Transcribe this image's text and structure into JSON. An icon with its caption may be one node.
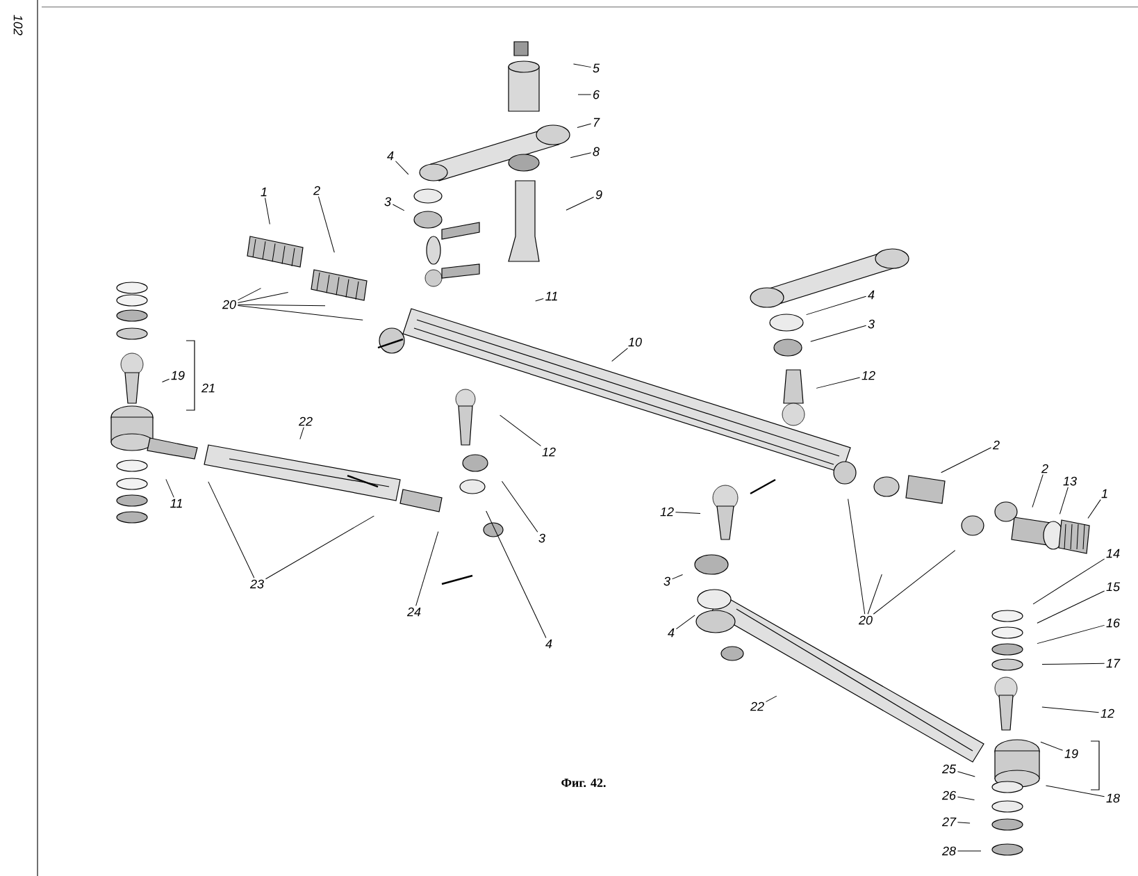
{
  "diagram": {
    "caption": "Фиг. 42.",
    "nodes": [
      {
        "text": [
          "5"
        ]
      },
      {
        "text": [
          "6"
        ]
      },
      {
        "text": [
          "7"
        ]
      },
      {
        "text": [
          "8"
        ]
      },
      {
        "text": [
          "9"
        ]
      },
      {
        "text": [
          "4"
        ]
      },
      {
        "text": [
          "3"
        ]
      },
      {
        "text": [
          "1"
        ]
      },
      {
        "text": [
          "2"
        ]
      },
      {
        "text": [
          "20"
        ]
      },
      {
        "text": [
          "11"
        ]
      },
      {
        "text": [
          "10"
        ]
      },
      {
        "text": [
          "4"
        ]
      },
      {
        "text": [
          "3"
        ]
      },
      {
        "text": [
          "12"
        ]
      },
      {
        "text": [
          "19"
        ]
      },
      {
        "text": [
          "22"
        ]
      },
      {
        "text": [
          "11"
        ]
      },
      {
        "text": [
          "12"
        ]
      },
      {
        "text": [
          "3"
        ]
      },
      {
        "text": [
          "23"
        ]
      },
      {
        "text": [
          "24"
        ]
      },
      {
        "text": [
          "4"
        ]
      },
      {
        "text": [
          "2"
        ]
      },
      {
        "text": [
          "12"
        ]
      },
      {
        "text": [
          "3"
        ]
      },
      {
        "text": [
          "4"
        ]
      },
      {
        "text": [
          "2"
        ]
      },
      {
        "text": [
          "13"
        ]
      },
      {
        "text": [
          "1"
        ]
      },
      {
        "text": [
          "20"
        ]
      },
      {
        "text": [
          "14"
        ]
      },
      {
        "text": [
          "15"
        ]
      },
      {
        "text": [
          "16"
        ]
      },
      {
        "text": [
          "17"
        ]
      },
      {
        "text": [
          "22"
        ]
      },
      {
        "text": [
          "12"
        ]
      },
      {
        "text": [
          "19"
        ]
      },
      {
        "text": [
          "18"
        ]
      },
      {
        "text": [
          "25"
        ]
      },
      {
        "text": [
          "26"
        ]
      },
      {
        "text": [
          "27"
        ]
      },
      {
        "text": [
          "28"
        ]
      }
    ],
    "edges": [
      {
        "from": 0,
        "to": null,
        "arrow": "none"
      },
      {
        "from": 1,
        "to": null,
        "arrow": "none"
      },
      {
        "from": 2,
        "to": null,
        "arrow": "none"
      },
      {
        "from": 3,
        "to": null,
        "arrow": "none"
      },
      {
        "from": 4,
        "to": null,
        "arrow": "none"
      },
      {
        "from": 5,
        "to": null,
        "arrow": "none"
      },
      {
        "from": 6,
        "to": null,
        "arrow": "none"
      },
      {
        "from": 7,
        "to": null,
        "arrow": "none"
      },
      {
        "from": 8,
        "to": null,
        "arrow": "none"
      },
      {
        "from": 9,
        "to": null,
        "arrow": "none"
      },
      {
        "from": 9,
        "to": null,
        "arrow": "none"
      },
      {
        "from": 9,
        "to": null,
        "arrow": "none"
      },
      {
        "from": 9,
        "to": null,
        "arrow": "none"
      },
      {
        "from": 10,
        "to": null,
        "arrow": "none"
      },
      {
        "from": 11,
        "to": null,
        "arrow": "none"
      },
      {
        "from": 12,
        "to": null,
        "arrow": "none"
      },
      {
        "from": 13,
        "to": null,
        "arrow": "none"
      },
      {
        "from": 14,
        "to": null,
        "arrow": "none"
      },
      {
        "from": 15,
        "to": null,
        "arrow": "none"
      },
      {
        "from": 16,
        "to": null,
        "arrow": "none"
      },
      {
        "from": 17,
        "to": null,
        "arrow": "none"
      },
      {
        "from": 18,
        "to": null,
        "arrow": "none"
      },
      {
        "from": 19,
        "to": null,
        "arrow": "none"
      },
      {
        "from": 20,
        "to": null,
        "arrow": "none"
      },
      {
        "from": 20,
        "to": null,
        "arrow": "none"
      },
      {
        "from": 21,
        "to": null,
        "arrow": "none"
      },
      {
        "from": 22,
        "to": null,
        "arrow": "none"
      },
      {
        "from": 23,
        "to": null,
        "arrow": "none"
      },
      {
        "from": 24,
        "to": null,
        "arrow": "none"
      },
      {
        "from": 25,
        "to": null,
        "arrow": "none"
      },
      {
        "from": 26,
        "to": null,
        "arrow": "none"
      },
      {
        "from": 27,
        "to": null,
        "arrow": "none"
      },
      {
        "from": 28,
        "to": null,
        "arrow": "none"
      },
      {
        "from": 29,
        "to": null,
        "arrow": "none"
      },
      {
        "from": 30,
        "to": null,
        "arrow": "none"
      },
      {
        "from": 30,
        "to": null,
        "arrow": "none"
      },
      {
        "from": 30,
        "to": null,
        "arrow": "none"
      },
      {
        "from": 31,
        "to": null,
        "arrow": "none"
      },
      {
        "from": 32,
        "to": null,
        "arrow": "none"
      },
      {
        "from": 33,
        "to": null,
        "arrow": "none"
      },
      {
        "from": 34,
        "to": null,
        "arrow": "none"
      },
      {
        "from": 35,
        "to": null,
        "arrow": "none"
      },
      {
        "from": 36,
        "to": null,
        "arrow": "none"
      },
      {
        "from": 37,
        "to": null,
        "arrow": "none"
      },
      {
        "from": 38,
        "to": null,
        "arrow": "none"
      },
      {
        "from": 39,
        "to": null,
        "arrow": "none"
      },
      {
        "from": 40,
        "to": null,
        "arrow": "none"
      },
      {
        "from": 41,
        "to": null,
        "arrow": "none"
      },
      {
        "from": 42,
        "to": null,
        "arrow": "none"
      }
    ],
    "labels": [
      "102",
      "21"
    ]
  }
}
